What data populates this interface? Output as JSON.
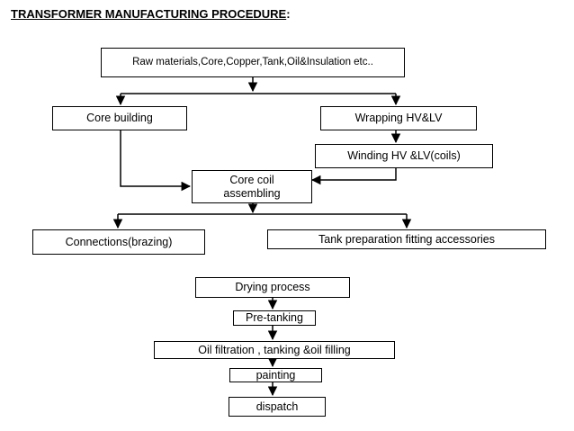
{
  "title": "TRANSFORMER  MANUFACTURING  PROCEDURE",
  "title_suffix": ":",
  "steps": {
    "raw_materials": "Raw materials,Core,Copper,Tank,Oil&Insulation etc..",
    "core_building": "Core building",
    "wrapping": "Wrapping HV&LV",
    "winding": "Winding HV &LV(coils)",
    "core_coil_assembling": "Core coil assembling",
    "connections": "Connections(brazing)",
    "tank_preparation": "Tank preparation fitting accessories",
    "drying": "Drying process",
    "pre_tanking": "Pre-tanking",
    "oil_filtration": "Oil filtration , tanking &oil  filling",
    "painting": "painting",
    "dispatch": "dispatch"
  }
}
